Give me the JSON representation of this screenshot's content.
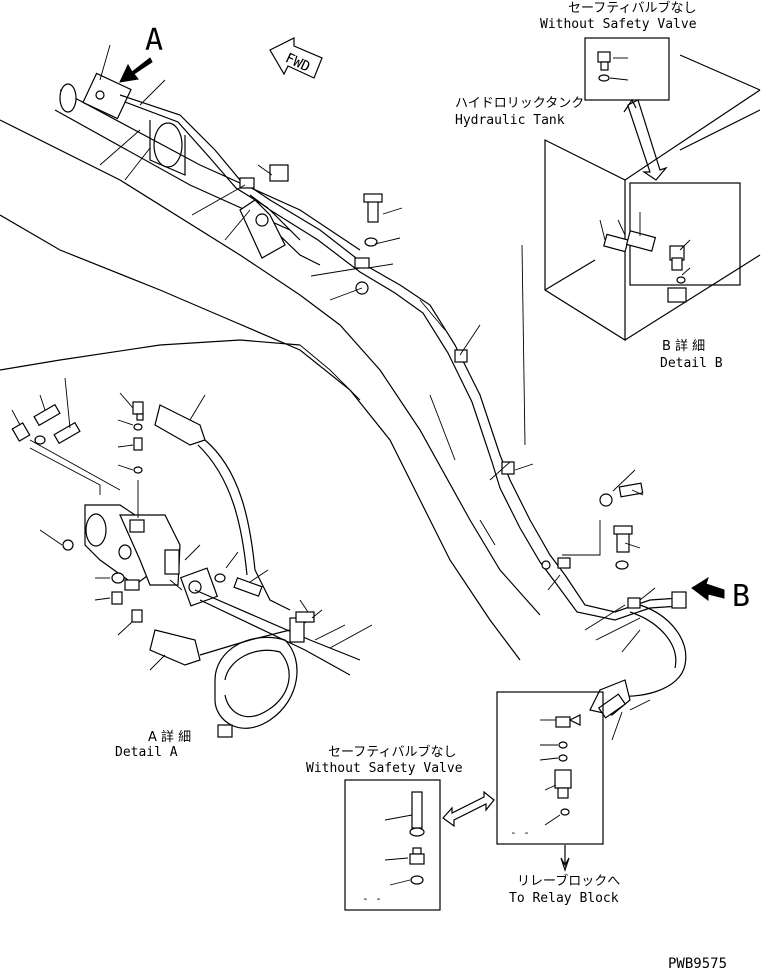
{
  "labels": {
    "letter_a": "A",
    "letter_b": "B",
    "fwd": "FWD",
    "safety_top_jp": "セーフティバルブなし",
    "safety_top_en": "Without Safety Valve",
    "tank_jp": "ハイドロリックタンク",
    "tank_en": "Hydraulic Tank",
    "detail_b_jp": "B 詳 細",
    "detail_b_en": "Detail B",
    "detail_a_jp": "A 詳 細",
    "detail_a_en": "Detail A",
    "safety_bottom_jp": "セーフティバルブなし",
    "safety_bottom_en": "Without Safety Valve",
    "relay_jp": "リレーブロックへ",
    "relay_en": "To Relay Block",
    "drawing_no": "PWB9575"
  },
  "icons": {
    "arrow_a": "filled-arrow-icon",
    "arrow_b": "filled-arrow-icon",
    "fwd_arrow": "outline-arrow-icon",
    "relay_arrow": "down-arrow-icon"
  },
  "colors": {
    "ink": "#000000",
    "paper": "#ffffff"
  }
}
